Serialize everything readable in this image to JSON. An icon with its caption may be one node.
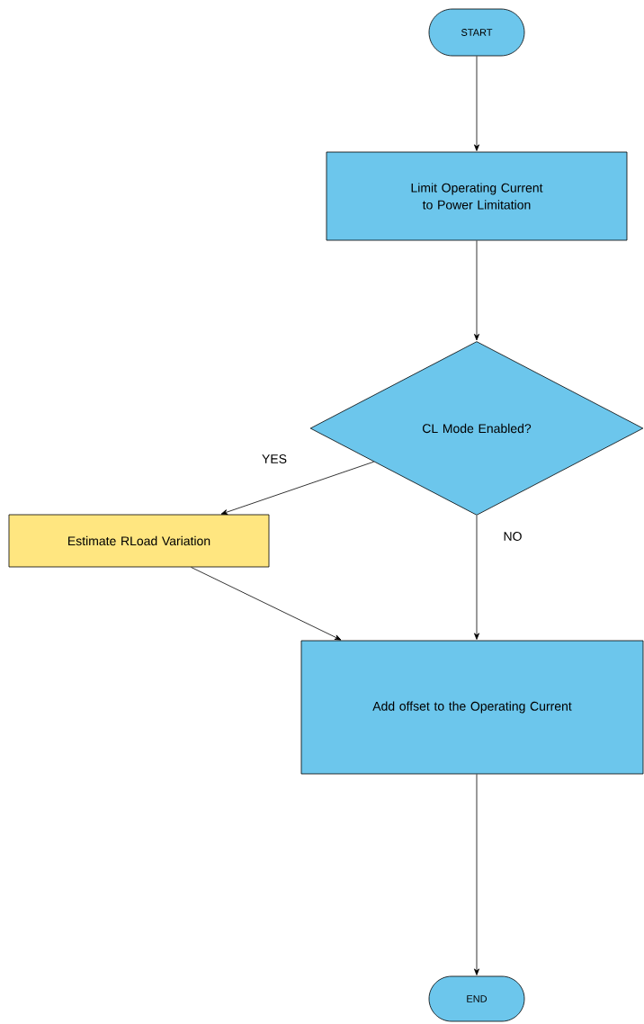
{
  "diagram": {
    "nodes": [
      {
        "text": [
          "START"
        ]
      },
      {
        "text": [
          "Limit Operating Current to Power Limitation"
        ]
      },
      {
        "text": [
          "CL Mode Enabled?"
        ]
      },
      {
        "text": [
          "Estimate RLoad Variation"
        ]
      },
      {
        "text": [
          "Add offset to the Operating Current"
        ]
      },
      {
        "text": [
          "END"
        ]
      }
    ],
    "edges": [
      {
        "from": 0,
        "to": 1,
        "arrow": "to"
      },
      {
        "from": 1,
        "to": 2,
        "arrow": "to"
      },
      {
        "from": 2,
        "to": 3,
        "arrow": "to",
        "label": "YES"
      },
      {
        "from": 2,
        "to": 4,
        "arrow": "to",
        "label": "NO"
      },
      {
        "from": 3,
        "to": 4,
        "arrow": "to"
      },
      {
        "from": 4,
        "to": 5,
        "arrow": "to"
      }
    ]
  }
}
